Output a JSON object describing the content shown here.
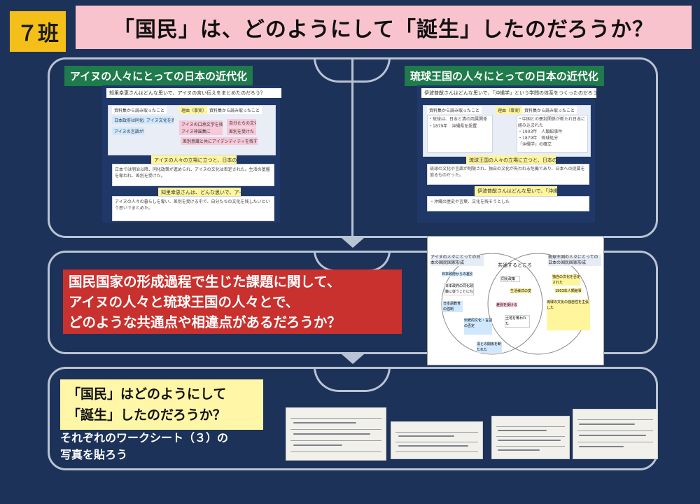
{
  "header": {
    "team_label": "７班",
    "title": "「国民」は、どのようにして「誕生」したのだろうか？"
  },
  "top_section": {
    "left": {
      "heading": "アイヌの人々にとっての日本の近代化",
      "question": "知里幸恵さんはどんな思いで、アイヌの言い伝えをまとめたのだろう？",
      "tag_left": "資料集から読み取ったこと",
      "tag_center": "理由（事実）",
      "tag_right": "資料集から読み取ったこと",
      "item_1": "日本政府は同化政策を進める",
      "item_2": "アイヌ文化を否定された",
      "item_3": "アイヌの言語が奪われた",
      "item_4": "アイヌの口承文学を残すため",
      "item_5": "アイヌ神謡集に",
      "item_6": "自分たちの文化を残すため",
      "item_7": "差別を受けた",
      "item_8": "差別意識と共にアイデンティティを残す",
      "sub_question_1": "アイヌの人々の立場に立つと、日本の近代化は、どのようなものだったのだろうか？",
      "answer_1": "日本では明治以降、同化政策が進められ、アイヌの文化は否定された。生活の基盤を奪われ、差別を受けた。",
      "sub_question_2": "知里幸恵さんは、どんな思いで、アイヌの言い伝えをまとめたのだろう？",
      "answer_2": "アイヌの人々の暮らしを奪い、差別を受ける中で、自分たちの文化を残したいという思いでまとめた。"
    },
    "right": {
      "heading": "琉球王国の人々にとっての日本の近代化",
      "question": "伊波普猷さんはどんな思いで、「沖縄学」という学問の体系をつくったのだろう？",
      "tag_left": "資料集から読み取ったこと",
      "tag_center": "理由（事実）",
      "tag_right": "資料集から読み取ったこと",
      "item_1": "・琉球は、日本と清の両属関係だった",
      "item_2": "・1879年　沖縄県を設置",
      "item_3": "・中国との冊封関係が断たれ日本に組み込まれた",
      "item_4": "・1903年　人類館事件",
      "item_5": "・1879年　琉球処分",
      "item_6": "「沖縄学」の確立",
      "sub_question_1": "琉球王国の人々の立場に立つと、日本の近代化は、どのようなものだったのだろうか？",
      "answer_1": "琉球の文化や言語が制限され、独自の文化が失われる危機であり、日本への従属を迫るものだった。",
      "sub_question_2": "伊波普猷さんはどんな思いで、「沖縄学」という学問の体系をつくったのだろう？",
      "answer_2": "・沖縄の歴史や言葉、文化を残そうとした"
    }
  },
  "middle_section": {
    "question_line_1": "国民国家の形成過程で生じた課題に関して、",
    "question_line_2": "アイヌの人々と琉球王国の人々とで、",
    "question_line_3": "どのような共通点や相違点があるだろうか？",
    "venn": {
      "left_title": "アイヌの人々にとっての日本の国民国家形成",
      "center_title": "共通するところ",
      "right_title": "琉球王国の人々にとっての日本の国民国家形成",
      "notes": [
        "日本政府からの差別",
        "日本政府の同化政策に従うことになった",
        "日本語教育の強制",
        "伝統的文化・言語の否定",
        "同化政策",
        "生活様式の変化",
        "差別を受ける",
        "土地を奪われた",
        "清との関係を断たれた",
        "独自の文化を否定された",
        "1903年人類館事件",
        "琉球の文化の独自性を主張した"
      ]
    }
  },
  "bottom_section": {
    "title_line_1": "「国民」はどのようにして",
    "title_line_2": "「誕生」したのだろうか？",
    "note_line_1": "それぞれのワークシート（３）の",
    "note_line_2": "写真を貼ろう"
  }
}
